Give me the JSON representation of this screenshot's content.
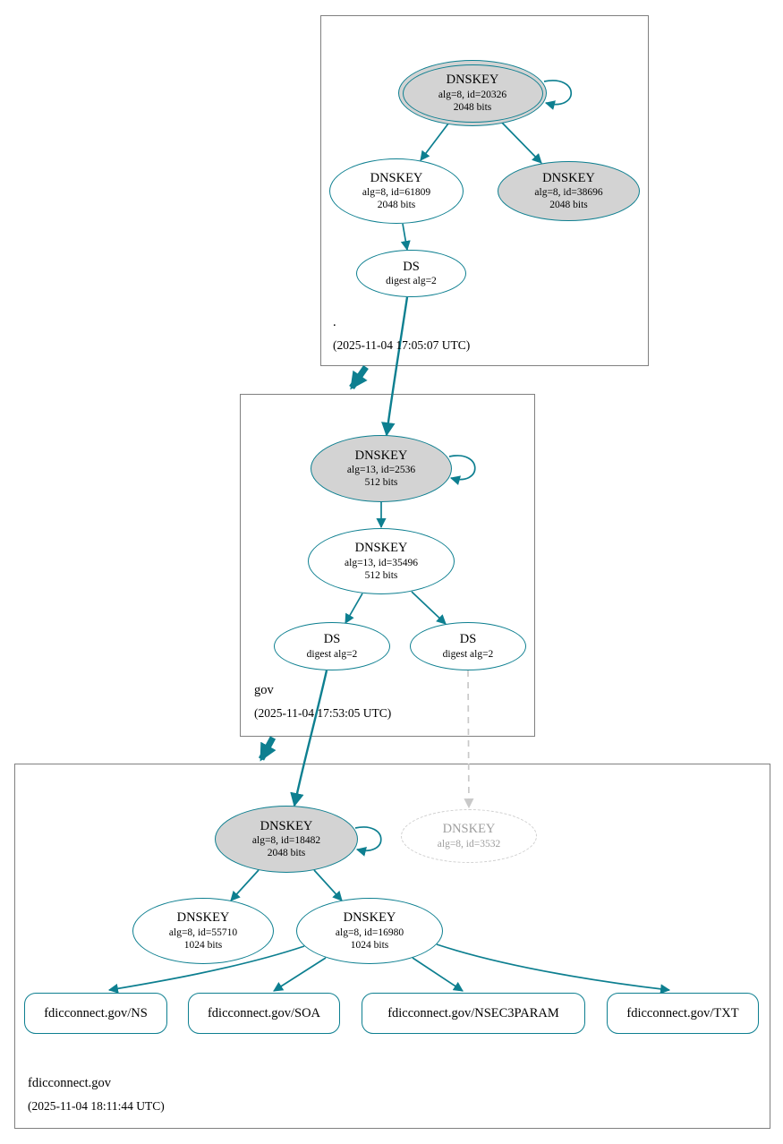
{
  "colors": {
    "secure": "#0d7f90",
    "ksk_fill": "#d3d3d3",
    "insecure": "#c9c9c9",
    "boxborder": "#808080"
  },
  "zones": [
    {
      "label": ".",
      "timestamp": "(2025-11-04 17:05:07 UTC)",
      "nodes": {
        "ksk": {
          "title": "DNSKEY",
          "detail": "alg=8, id=20326",
          "bits": "2048 bits"
        },
        "zsk_left": {
          "title": "DNSKEY",
          "detail": "alg=8, id=61809",
          "bits": "2048 bits"
        },
        "zsk_right": {
          "title": "DNSKEY",
          "detail": "alg=8, id=38696",
          "bits": "2048 bits"
        },
        "ds": {
          "title": "DS",
          "detail": "digest alg=2"
        }
      }
    },
    {
      "label": "gov",
      "timestamp": "(2025-11-04 17:53:05 UTC)",
      "nodes": {
        "ksk": {
          "title": "DNSKEY",
          "detail": "alg=13, id=2536",
          "bits": "512 bits"
        },
        "zsk": {
          "title": "DNSKEY",
          "detail": "alg=13, id=35496",
          "bits": "512 bits"
        },
        "ds_left": {
          "title": "DS",
          "detail": "digest alg=2"
        },
        "ds_right": {
          "title": "DS",
          "detail": "digest alg=2"
        }
      }
    },
    {
      "label": "fdicconnect.gov",
      "timestamp": "(2025-11-04 18:11:44 UTC)",
      "nodes": {
        "ksk": {
          "title": "DNSKEY",
          "detail": "alg=8, id=18482",
          "bits": "2048 bits"
        },
        "missing": {
          "title": "DNSKEY",
          "detail": "alg=8, id=3532"
        },
        "zsk_left": {
          "title": "DNSKEY",
          "detail": "alg=8, id=55710",
          "bits": "1024 bits"
        },
        "zsk_right": {
          "title": "DNSKEY",
          "detail": "alg=8, id=16980",
          "bits": "1024 bits"
        }
      },
      "rrsets": [
        "fdicconnect.gov/NS",
        "fdicconnect.gov/SOA",
        "fdicconnect.gov/NSEC3PARAM",
        "fdicconnect.gov/TXT"
      ]
    }
  ]
}
